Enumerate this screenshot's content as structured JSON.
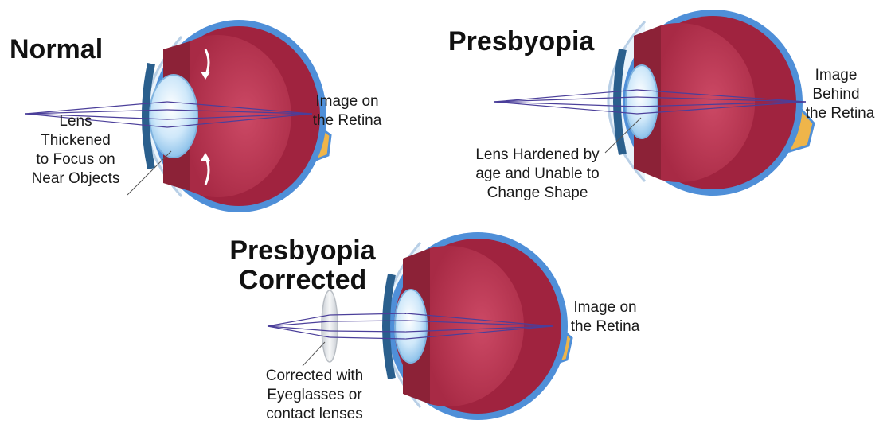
{
  "panels": {
    "normal": {
      "title": "Normal",
      "image_label": [
        "Image on",
        "the Retina"
      ],
      "lens_label": [
        "Lens",
        "Thickened",
        "to Focus on",
        "Near Objects"
      ]
    },
    "presbyopia": {
      "title": "Presbyopia",
      "image_label": [
        "Image",
        "Behind",
        "the Retina"
      ],
      "lens_label": [
        "Lens Hardened by",
        "age and Unable to",
        "Change Shape"
      ]
    },
    "corrected": {
      "title": [
        "Presbyopia",
        "Corrected"
      ],
      "image_label": [
        "Image on",
        "the Retina"
      ],
      "lens_label": [
        "Corrected with",
        "Eyeglasses or",
        "contact lenses"
      ]
    }
  },
  "colors": {
    "sclera_outer": "#4f8fd8",
    "choroid": "#a0233f",
    "vitreous": "#c4415e",
    "crystalline_lens": "#bfe0f7",
    "iris": "#2a5f8d",
    "optic_nerve": "#efb54a",
    "light_rays": "#4b3f9a",
    "eyeglass_lens": "#d9dde2"
  }
}
